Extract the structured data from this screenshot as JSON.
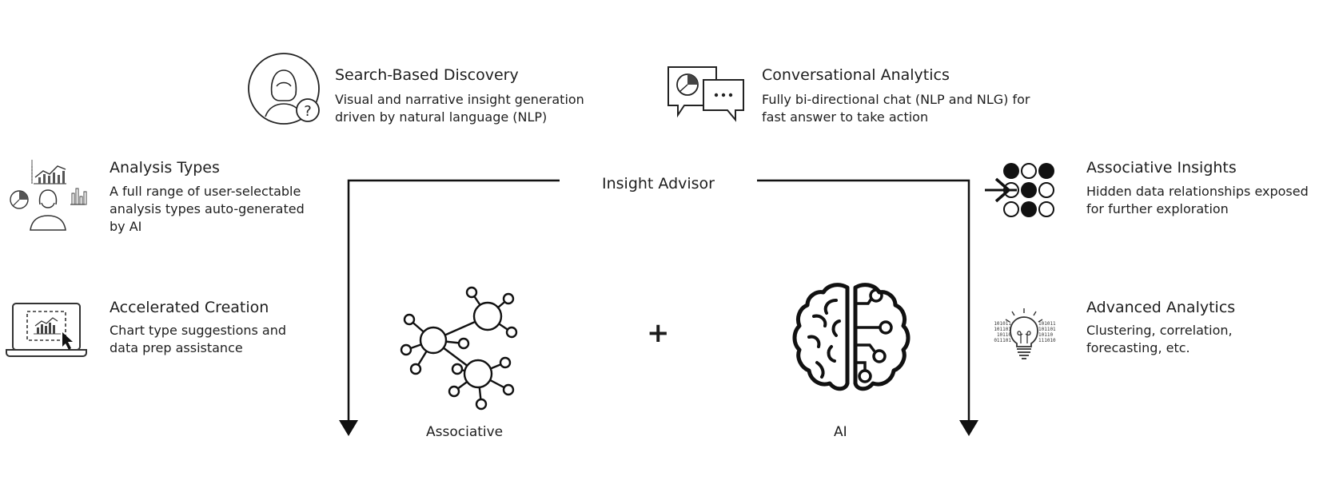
{
  "center_title": "Insight Advisor",
  "plus_sign": "+",
  "features": {
    "search": {
      "title": "Search-Based Discovery",
      "desc_lines": [
        "Visual and narrative insight generation",
        "driven by natural language (NLP)"
      ],
      "icon": "person-question-icon"
    },
    "conversational": {
      "title": "Conversational Analytics",
      "desc_lines": [
        "Fully bi-directional chat (NLP and NLG) for",
        "fast answer to take action"
      ],
      "icon": "chat-bubbles-icon"
    },
    "analysis_types": {
      "title": "Analysis Types",
      "desc_lines": [
        "A full range of user-selectable",
        "analysis types auto-generated",
        "by AI"
      ],
      "icon": "person-charts-icon"
    },
    "accelerated": {
      "title": "Accelerated Creation",
      "desc_lines": [
        "Chart type suggestions and",
        "data prep assistance"
      ],
      "icon": "laptop-chart-icon"
    },
    "associative_insights": {
      "title": "Associative Insights",
      "desc_lines": [
        "Hidden data relationships exposed",
        "for further exploration"
      ],
      "icon": "dot-grid-arrow-icon"
    },
    "advanced": {
      "title": "Advanced Analytics",
      "desc_lines": [
        "Clustering, correlation,",
        "forecasting, etc."
      ],
      "icon": "lightbulb-binary-icon",
      "binary_left": [
        "101011",
        "101101",
        "10110",
        "011101"
      ],
      "binary_right": [
        "101011",
        "101101",
        "10110",
        "111010"
      ]
    }
  },
  "engines": {
    "associative": {
      "label": "Associative",
      "icon": "network-nodes-icon"
    },
    "ai": {
      "label": "AI",
      "icon": "circuit-brain-icon"
    }
  }
}
